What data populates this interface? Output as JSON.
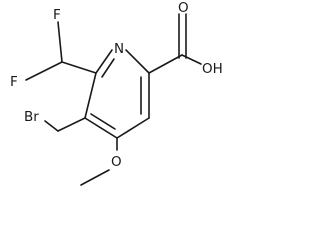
{
  "molecule": {
    "atom_labels": {
      "F_top": "F",
      "F_left": "F",
      "N": "N",
      "O_carbonyl": "O",
      "OH": "OH",
      "Br": "Br",
      "O_methoxy": "O"
    },
    "colors": {
      "ink": "#1a1a1a",
      "background": "#ffffff"
    }
  }
}
